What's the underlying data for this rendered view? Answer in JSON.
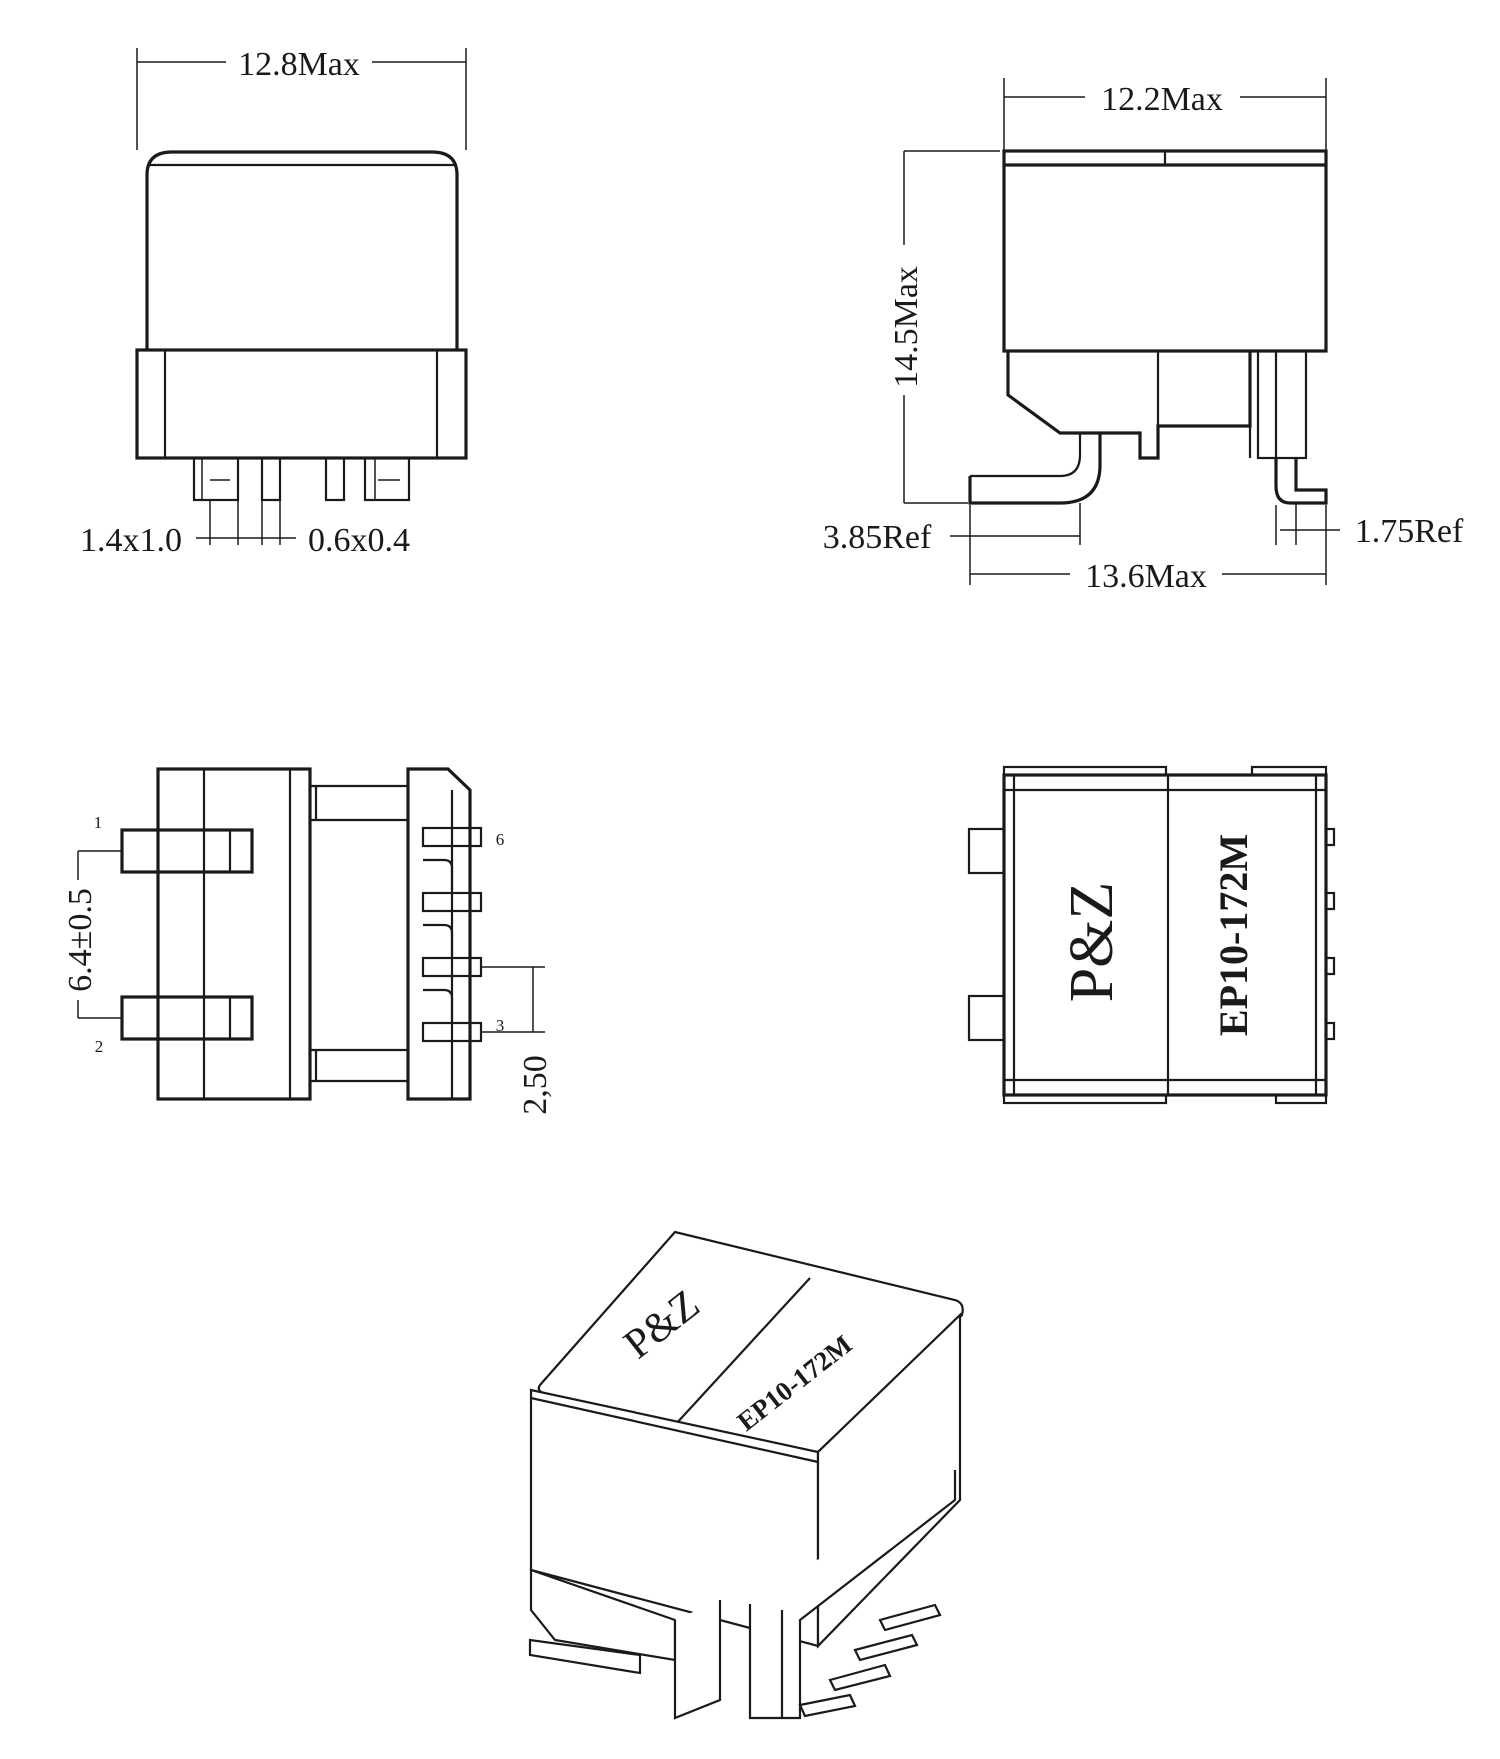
{
  "front_view": {
    "width_dim": "12.8Max",
    "pad_size_dim": "1.4x1.0",
    "pin_size_dim": "0.6x0.4"
  },
  "side_view": {
    "width_dim": "12.2Max",
    "height_dim": "14.5Max",
    "left_ref_dim": "3.85Ref",
    "right_ref_dim": "1.75Ref",
    "overall_dim": "13.6Max"
  },
  "bottom_view": {
    "pitch_dim": "6.4±0.5",
    "pin_pitch_dim": "2,50",
    "pins": [
      "1",
      "2",
      "6",
      "3"
    ]
  },
  "top_view": {
    "logo": "P&Z",
    "part_number": "EP10-172M"
  },
  "iso_view": {
    "logo": "P&Z",
    "part_number": "EP10-172M"
  }
}
